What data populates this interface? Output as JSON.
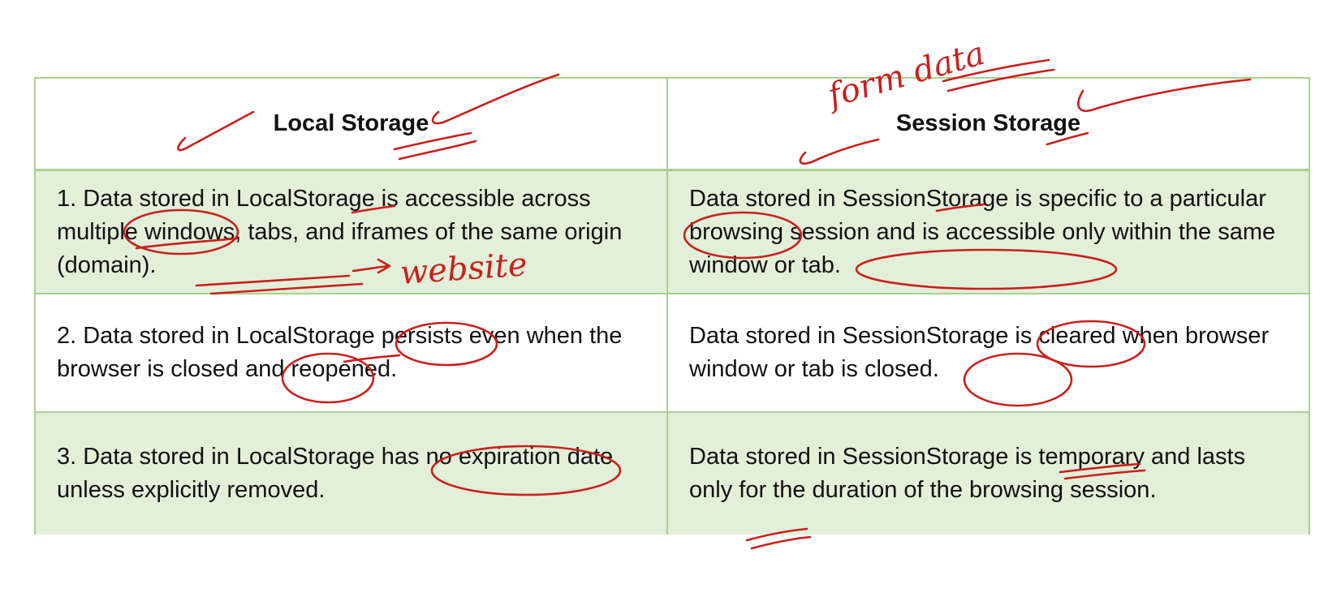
{
  "table": {
    "headers": [
      "Local Storage",
      "Session Storage"
    ],
    "rows": [
      {
        "local": "1. Data stored in LocalStorage is accessible across multiple windows, tabs, and iframes of the same origin (domain).",
        "session": "Data stored in SessionStorage is specific to a particular browsing session and is accessible only within the same window or tab."
      },
      {
        "local": "2. Data stored in LocalStorage persists even when the browser is closed and reopened.",
        "session": "Data stored in SessionStorage is cleared when browser window or tab is closed."
      },
      {
        "local": "3. Data stored in LocalStorage has no expiration date unless explicitly removed.",
        "session": "Data stored in SessionStorage is temporary and lasts only for the duration of the browsing session."
      }
    ]
  },
  "annotations": {
    "handwritten_website": "website",
    "handwritten_form_data": "form data",
    "ink_color": "#c8201d",
    "table_border_color": "#a9d18e",
    "row_shading_color": "#e2efd9"
  }
}
